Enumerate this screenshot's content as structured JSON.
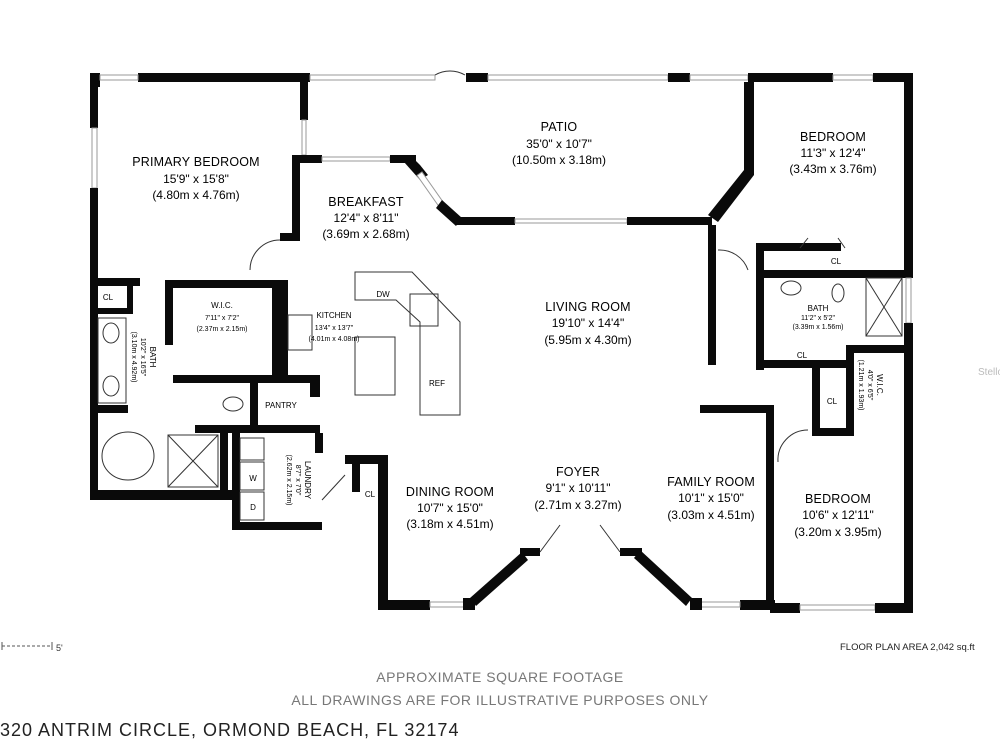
{
  "rooms": {
    "primary_bedroom": {
      "name": "PRIMARY BEDROOM",
      "dim_ft": "15'9\" x 15'8\"",
      "dim_m": "(4.80m x 4.76m)"
    },
    "patio": {
      "name": "PATIO",
      "dim_ft": "35'0\" x 10'7\"",
      "dim_m": "(10.50m x 3.18m)"
    },
    "bedroom_ne": {
      "name": "BEDROOM",
      "dim_ft": "11'3\" x 12'4\"",
      "dim_m": "(3.43m x 3.76m)"
    },
    "breakfast": {
      "name": "BREAKFAST",
      "dim_ft": "12'4\" x 8'11\"",
      "dim_m": "(3.69m x 2.68m)"
    },
    "living_room": {
      "name": "LIVING ROOM",
      "dim_ft": "19'10\" x 14'4\"",
      "dim_m": "(5.95m x 4.30m)"
    },
    "kitchen": {
      "name": "KITCHEN",
      "dim_ft": "13'4\" x 13'7\"",
      "dim_m": "(4.01m x 4.08m)"
    },
    "wic_primary": {
      "name": "W.I.C.",
      "dim_ft": "7'11\" x 7'2\"",
      "dim_m": "(2.37m x 2.15m)"
    },
    "bath_primary": {
      "name": "BATH",
      "dim_ft": "10'2\" x 16'5\"",
      "dim_m": "(3.10m x 4.92m)"
    },
    "bath_ne": {
      "name": "BATH",
      "dim_ft": "11'2\" x 5'2\"",
      "dim_m": "(3.39m x 1.56m)"
    },
    "wic_se": {
      "name": "W.I.C.",
      "dim_ft": "4'0\" x 6'5\"",
      "dim_m": "(1.21m x 1.93m)"
    },
    "laundry": {
      "name": "LAUNDRY",
      "dim_ft": "8'7\" x 7'0\"",
      "dim_m": "(2.62m x 2.15m)"
    },
    "dining_room": {
      "name": "DINING ROOM",
      "dim_ft": "10'7\" x 15'0\"",
      "dim_m": "(3.18m x 4.51m)"
    },
    "foyer": {
      "name": "FOYER",
      "dim_ft": "9'1\" x 10'11\"",
      "dim_m": "(2.71m x 3.27m)"
    },
    "family_room": {
      "name": "FAMILY ROOM",
      "dim_ft": "10'1\" x 15'0\"",
      "dim_m": "(3.03m x 4.51m)"
    },
    "bedroom_se": {
      "name": "BEDROOM",
      "dim_ft": "10'6\" x 12'11\"",
      "dim_m": "(3.20m x 3.95m)"
    }
  },
  "small_labels": {
    "cl_primary": "CL",
    "cl_ne": "CL",
    "cl_ne_bath": "CL",
    "cl_se": "CL",
    "cl_laundry": "CL",
    "pantry": "PANTRY",
    "dw": "DW",
    "ref": "REF",
    "washer": "W",
    "dryer": "D"
  },
  "scale_label": "5'",
  "floor_plan_area": "FLOOR PLAN AREA 2,042 sq.ft",
  "footer": {
    "line1": "APPROXIMATE SQUARE FOOTAGE",
    "line2": "ALL DRAWINGS ARE FOR ILLUSTRATIVE PURPOSES ONLY",
    "address": "320 ANTRIM CIRCLE, ORMOND BEACH, FL 32174"
  },
  "watermark": "Stello",
  "colors": {
    "wall": "#0a0a0a",
    "footer_text": "#777777",
    "window": "#9a9a9a"
  }
}
